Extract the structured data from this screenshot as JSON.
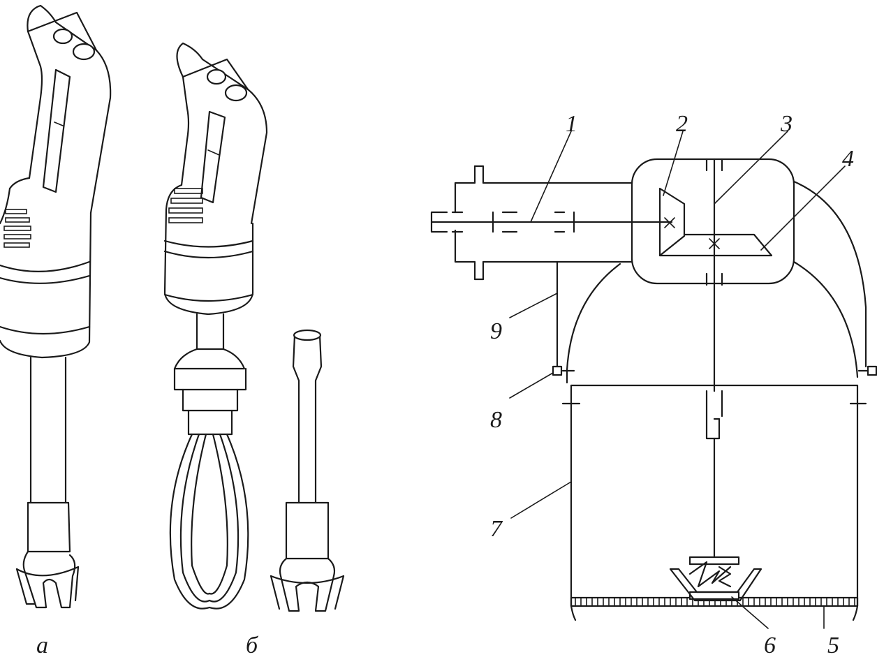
{
  "captions": {
    "a": "а",
    "b": "б"
  },
  "callouts": {
    "c1": "1",
    "c2": "2",
    "c3": "3",
    "c4": "4",
    "c5": "5",
    "c6": "6",
    "c7": "7",
    "c8": "8",
    "c9": "9"
  },
  "colors": {
    "ink": "#1a1a1a",
    "paper": "#ffffff"
  }
}
